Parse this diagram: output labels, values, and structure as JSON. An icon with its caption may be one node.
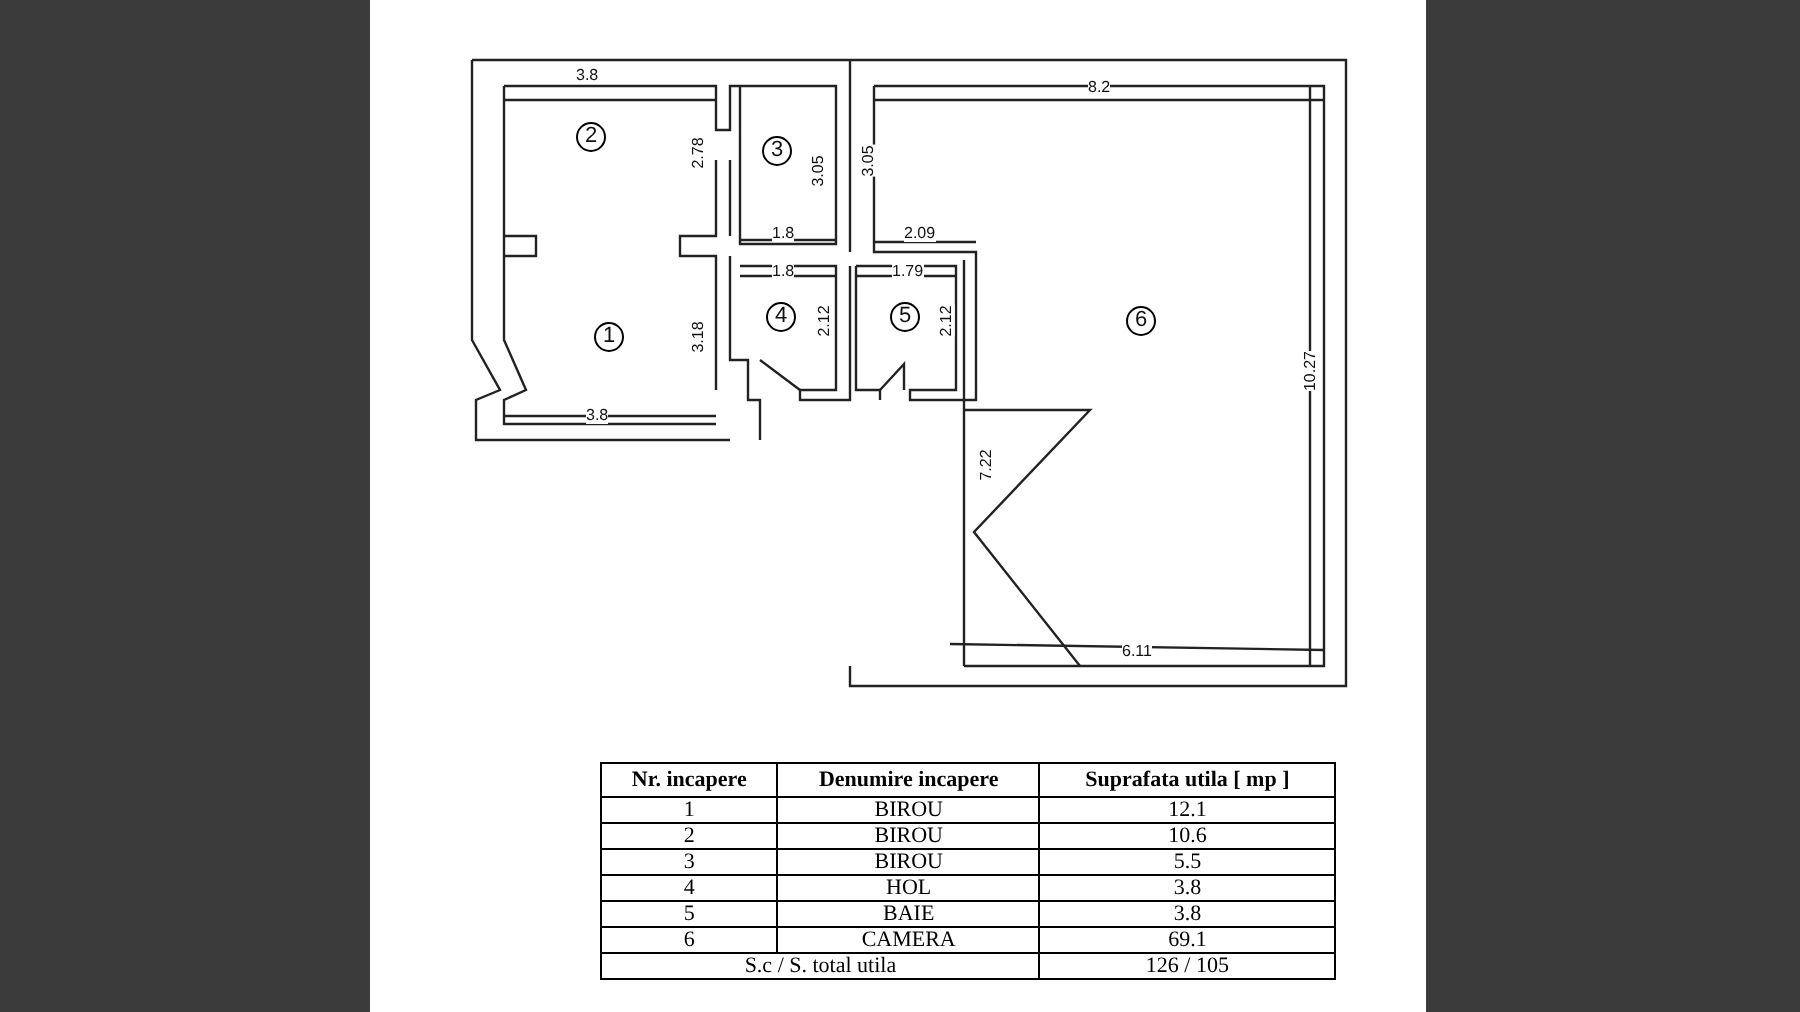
{
  "diagram": {
    "labels": [
      "3.8",
      "8.2",
      "2",
      "2.78",
      "3",
      "3.05",
      "3.05",
      "1.8",
      "2.09",
      "1.8",
      "1.79",
      "4",
      "5",
      "6",
      "2.12",
      "2.12",
      "1",
      "3.18",
      "10.27",
      "3.8",
      "7.22",
      "6.11",
      "Nr. incapere",
      "Denumire incapere",
      "Suprafata utila [ mp ]",
      "1",
      "BIROU",
      "12.1",
      "2",
      "BIROU",
      "10.6",
      "3",
      "BIROU",
      "5.5",
      "4",
      "HOL",
      "3.8",
      "5",
      "BAIE",
      "3.8",
      "6",
      "CAMERA",
      "69.1",
      "S.c / S. total utila",
      "126 / 105"
    ]
  }
}
